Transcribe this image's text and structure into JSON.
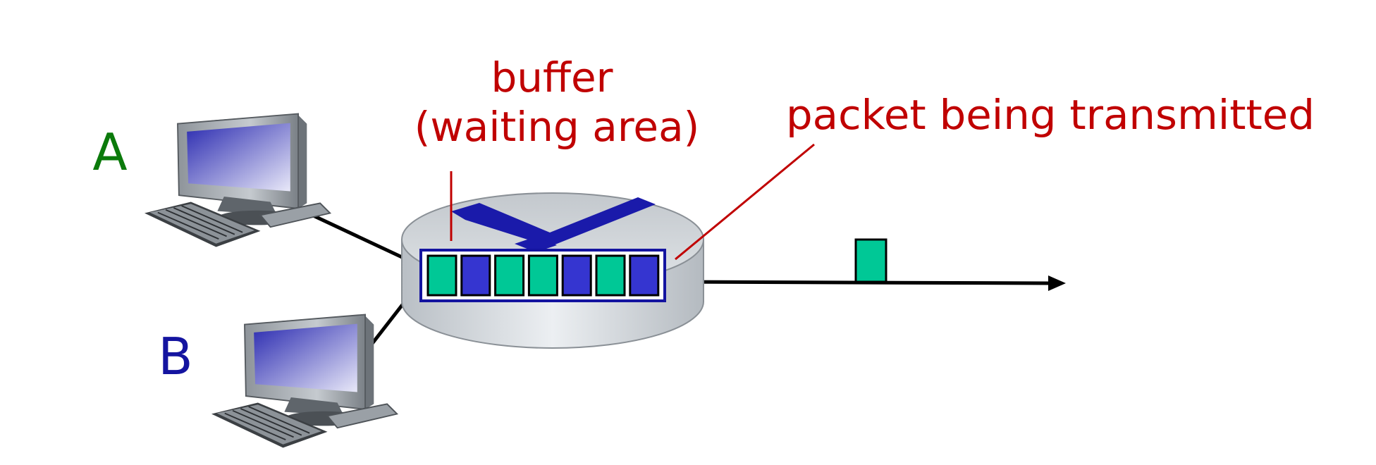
{
  "labels": {
    "host_a": "A",
    "host_b": "B",
    "buffer_line1": "buffer",
    "buffer_line2": "(waiting area)",
    "packet_transmitted": "packet being transmitted"
  },
  "colors": {
    "host_a": "#0b7a0b",
    "host_b": "#1414a0",
    "annotation": "#c00000",
    "packet_green": "#00c896",
    "packet_blue": "#3535d0",
    "router_body": "#d4d9de",
    "router_logo": "#1a1aaa"
  },
  "buffer_queue": [
    "green",
    "blue",
    "green",
    "green",
    "blue",
    "green",
    "blue"
  ],
  "packet_in_transit": "green",
  "icons": [
    "desktop-computer-icon",
    "router-icon"
  ]
}
